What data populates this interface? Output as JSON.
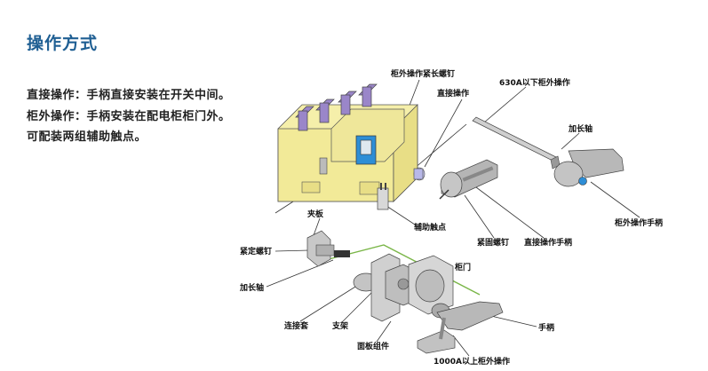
{
  "heading": "操作方式",
  "descriptions": [
    "直接操作：手柄直接安装在开关中间。",
    "柜外操作：手柄安装在配电柜柜门外。",
    "可配装两组辅助触点。"
  ],
  "labels": {
    "ext_screw": "柜外操作紧长螺钉",
    "direct_op": "直接操作",
    "below630": "630A以下柜外操作",
    "ext_shaft": "加长轴",
    "aux_contact": "辅助触点",
    "clamp_plate": "夹板",
    "fix_screw": "紧定螺钉",
    "tight_screw": "紧固螺钉",
    "direct_handle": "直接操作手柄",
    "ext_handle": "柜外操作手柄",
    "ext_shaft2": "加长轴",
    "cabinet_door": "柜门",
    "connector": "连接套",
    "bracket": "支架",
    "handle": "手柄",
    "panel_assembly": "面板组件",
    "above1000": "1000A以上柜外操作"
  },
  "colors": {
    "heading": "#1f5f93",
    "switch_body": "#f5efaa",
    "knob_blue": "#2e8ed6",
    "green_line": "#7ab648"
  }
}
